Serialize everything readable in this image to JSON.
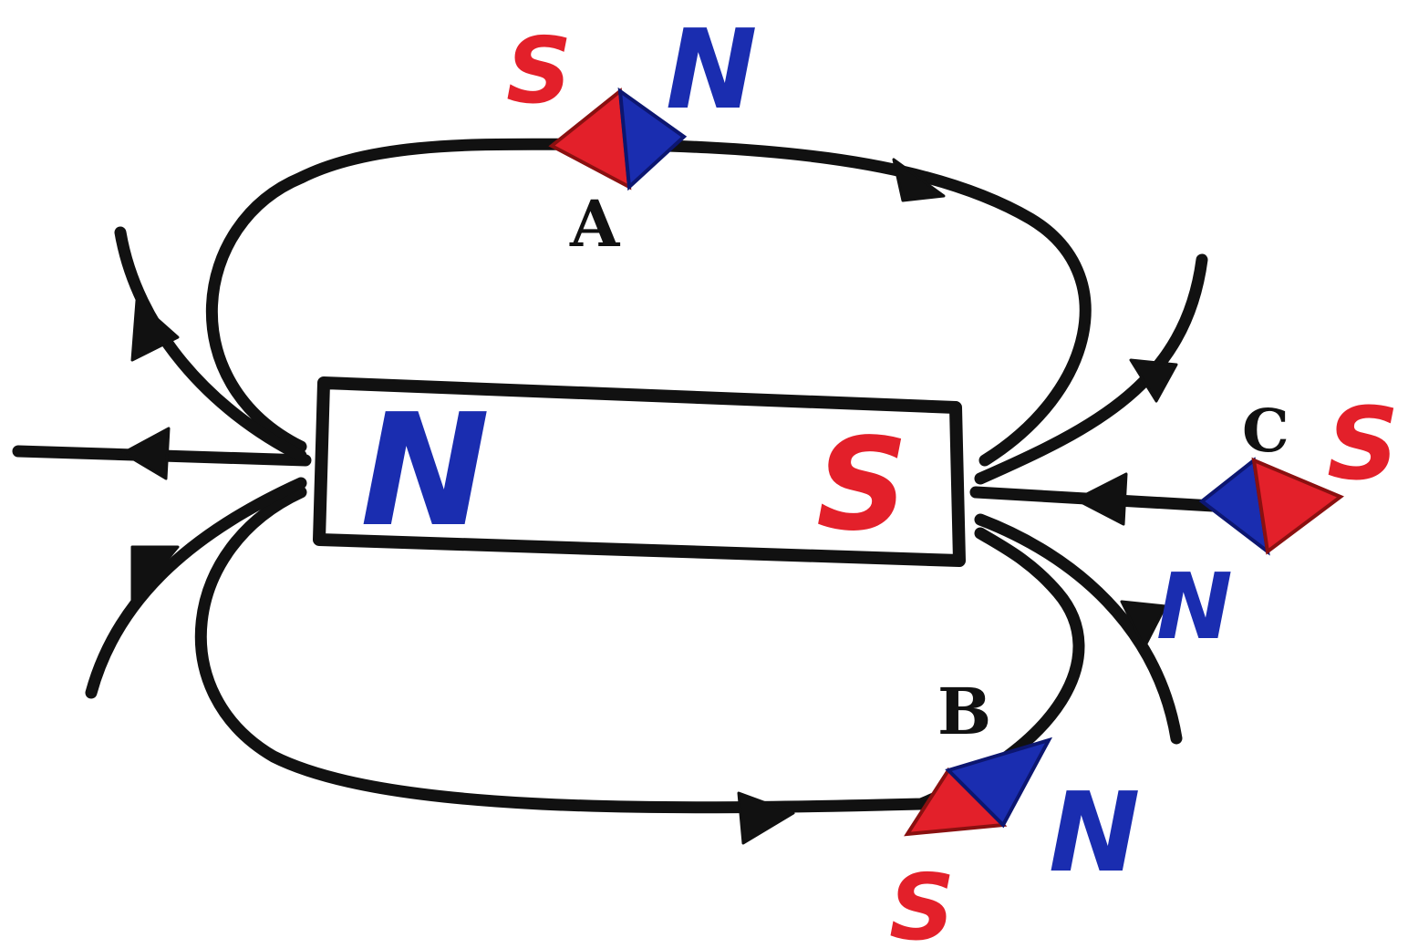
{
  "colors": {
    "line": "#111111",
    "north": "#1a2db0",
    "south": "#e3202a",
    "background": "#ffffff"
  },
  "magnet": {
    "north_label": "N",
    "south_label": "S"
  },
  "compasses": {
    "A": {
      "point_label": "A",
      "north_label": "N",
      "south_label": "S"
    },
    "B": {
      "point_label": "B",
      "north_label": "N",
      "south_label": "S"
    },
    "C": {
      "point_label": "C",
      "north_label": "N",
      "south_label": "S"
    }
  }
}
